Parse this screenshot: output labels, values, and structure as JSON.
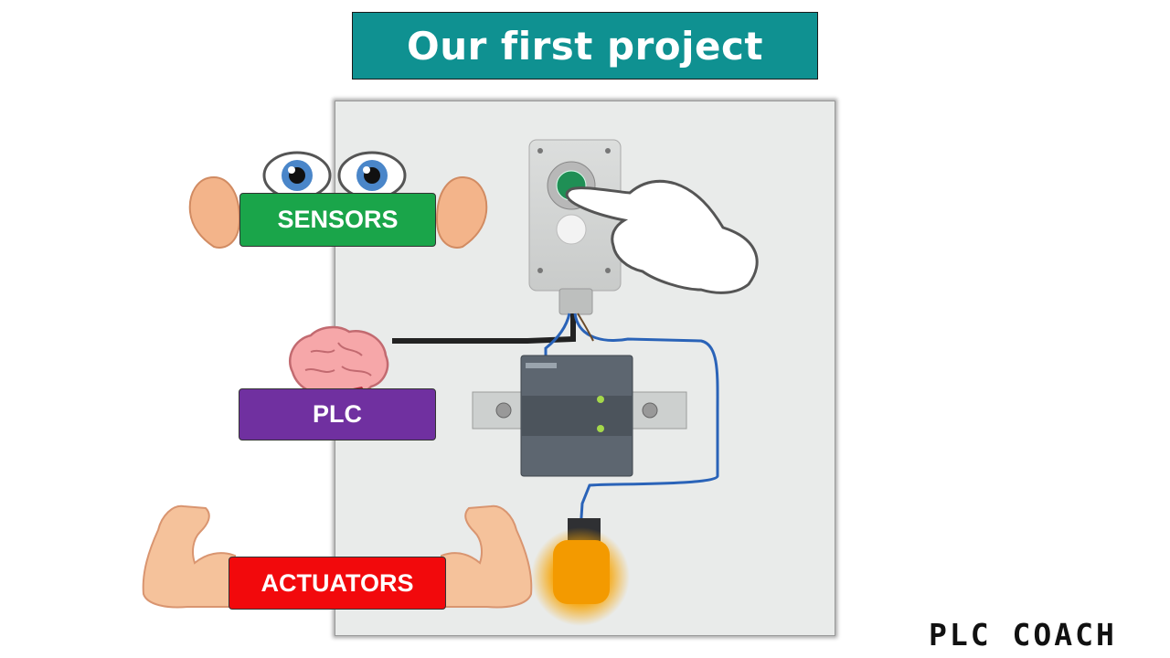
{
  "title": "Our first project",
  "labels": {
    "sensors": "SENSORS",
    "plc": "PLC",
    "actuators": "ACTUATORS"
  },
  "logo": {
    "text": "PLC COACH"
  },
  "colors": {
    "title_bg": "#0f9191",
    "sensors": "#1aa54a",
    "plc": "#7030a0",
    "actuators": "#f2090c",
    "lamp": "#f7a300"
  },
  "icons": [
    "eyes-icon",
    "ear-icon",
    "brain-icon",
    "flexed-bicep-icon",
    "pointing-hand-icon",
    "push-button",
    "plc-module",
    "signal-lamp"
  ]
}
